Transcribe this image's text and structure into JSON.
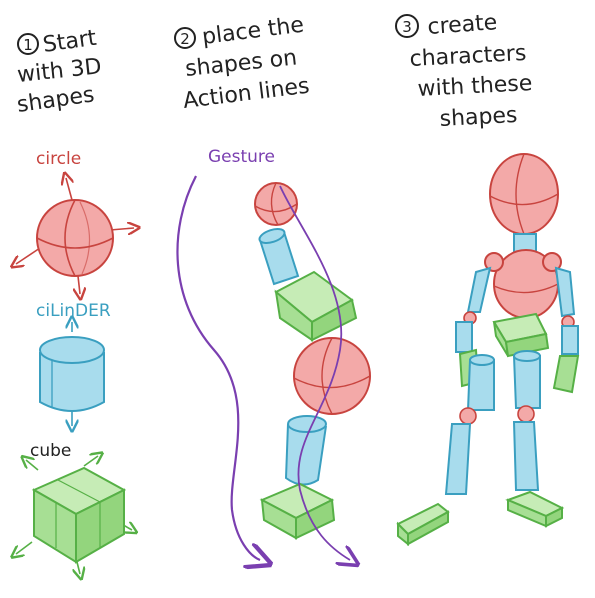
{
  "steps": [
    {
      "number": "1",
      "lines": [
        "Start",
        "with 3D",
        "shapes"
      ]
    },
    {
      "number": "2",
      "lines": [
        "place the",
        "shapes on",
        "Action lines"
      ]
    },
    {
      "number": "3",
      "lines": [
        "create",
        "characters",
        "with these",
        "shapes"
      ]
    }
  ],
  "shape_labels": {
    "circle": "circle",
    "cylinder": "ciLinDER",
    "cube": "cube",
    "gesture": "Gesture"
  },
  "colors": {
    "red_fill": "#f3a9a8",
    "red_stroke": "#c8443f",
    "blue_fill": "#a8dced",
    "blue_stroke": "#3a9fc0",
    "green_fill": "#a7df94",
    "green_stroke": "#56b046",
    "purple": "#7a3fb0",
    "ink": "#222222"
  }
}
